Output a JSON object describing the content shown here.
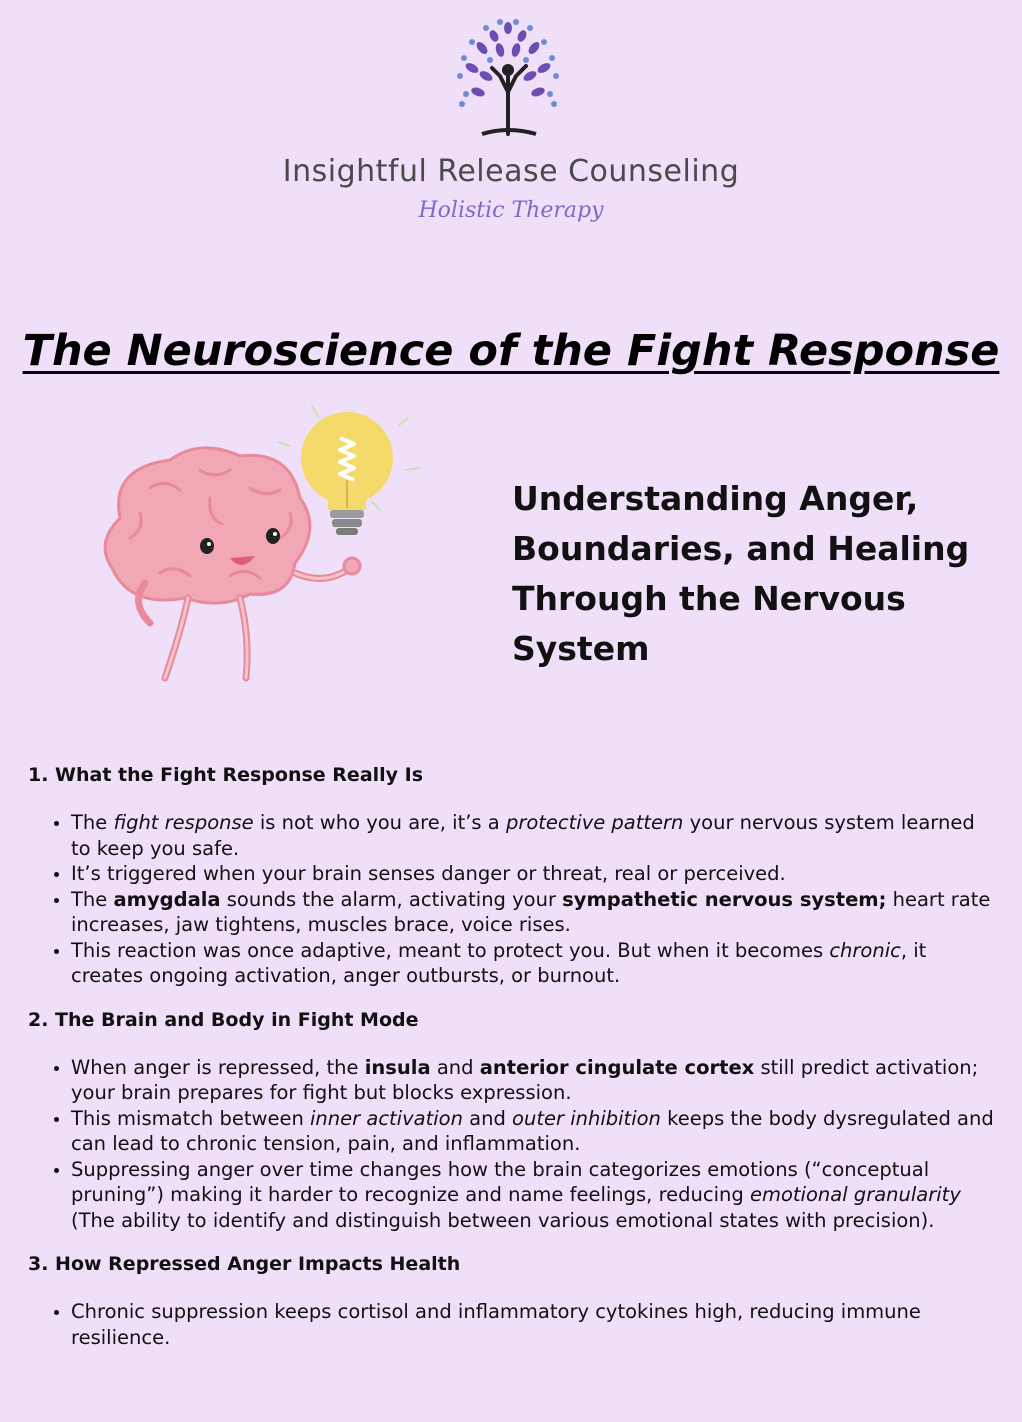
{
  "header": {
    "org_name": "Insightful Release Counseling",
    "org_tagline": "Holistic Therapy",
    "logo_icon": "tree-person-icon"
  },
  "title": "The Neuroscience of the Fight Response",
  "illustration": {
    "icon": "brain-lightbulb-icon"
  },
  "subtitle": "Understanding Anger, Boundaries, and Healing Through the Nervous System",
  "sections": [
    {
      "heading": "1. What the Fight Response Really Is",
      "items": [
        [
          "The ",
          "fight response",
          " is not who you are, it’s a ",
          "protective pattern",
          " your nervous system learned to keep you safe."
        ],
        [
          "It’s triggered when your brain senses danger or threat, real or perceived."
        ],
        [
          "The ",
          "amygdala",
          " sounds the alarm, activating your ",
          "sympathetic nervous system;",
          " heart rate increases, jaw tightens, muscles brace, voice rises."
        ],
        [
          "This reaction was once adaptive, meant to protect you. But when it becomes ",
          "chronic",
          ", it creates ongoing activation, anger outbursts, or burnout."
        ]
      ]
    },
    {
      "heading": "2. The Brain and Body in Fight Mode",
      "items": [
        [
          "When anger is repressed, the ",
          "insula",
          " and ",
          "anterior cingulate cortex",
          " still predict activation; your brain prepares for fight but blocks expression."
        ],
        [
          "This mismatch between ",
          "inner activation",
          " and ",
          "outer inhibition",
          " keeps the body dysregulated and can lead to chronic tension, pain, and inflammation."
        ],
        [
          "Suppressing anger over time changes how the brain categorizes emotions (“conceptual pruning”) making it harder to recognize and name feelings, reducing ",
          "emotional granularity",
          " (The ability to identify and distinguish between various emotional states with precision)."
        ]
      ]
    },
    {
      "heading": "3. How Repressed Anger Impacts Health",
      "items": [
        [
          "Chronic suppression keeps cortisol and inflammatory cytokines high, reducing immune resilience."
        ]
      ]
    }
  ],
  "colors": {
    "background": "#efdff9",
    "tree_purple": "#6b4fb0",
    "tree_blue": "#6b8fd6",
    "brain_pink": "#f2a7b4",
    "bulb_yellow": "#f4d96b"
  }
}
